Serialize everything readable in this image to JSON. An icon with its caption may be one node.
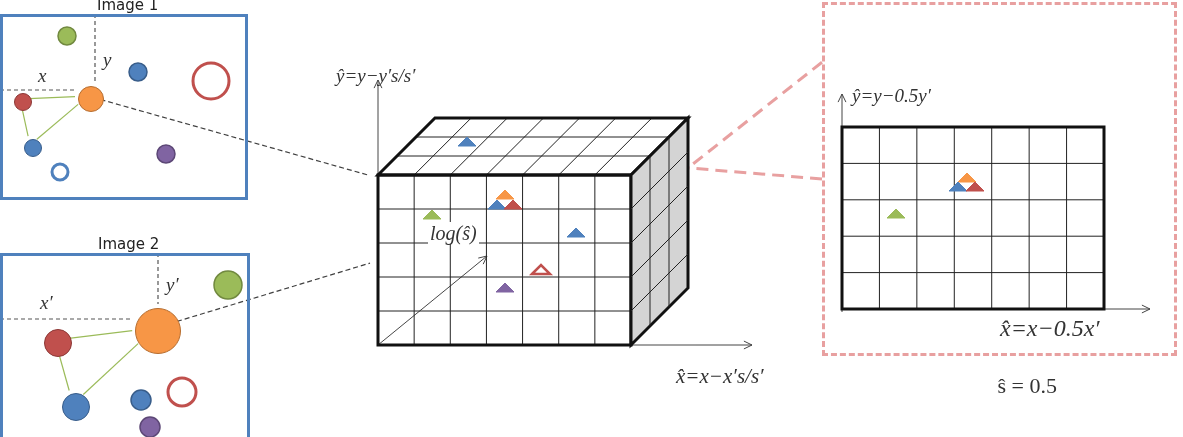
{
  "diagram": {
    "nodes": [
      {
        "text": [
          "Image 1"
        ]
      },
      {
        "text": [],
        "shape": "circle",
        "in": 0
      },
      {
        "text": [],
        "shape": "circle",
        "in": 0
      },
      {
        "text": [],
        "shape": "circle",
        "in": 0
      },
      {
        "text": [
          "Image 2"
        ]
      },
      {
        "text": [],
        "shape": "circle",
        "in": 4
      },
      {
        "text": [],
        "shape": "circle",
        "in": 4
      },
      {
        "text": [],
        "shape": "circle",
        "in": 4
      },
      {
        "text": [],
        "shape": "cube"
      },
      {
        "text": [],
        "shape": "box",
        "in": 8
      },
      {
        "text": [],
        "shape": "box",
        "beside": [
          "ŝ = 0.5"
        ]
      }
    ],
    "edges": [
      {
        "from": 1,
        "to": 2,
        "arrow": "none"
      },
      {
        "from": 1,
        "to": 3,
        "arrow": "none"
      },
      {
        "from": 2,
        "to": 3,
        "arrow": "none"
      },
      {
        "from": 5,
        "to": 6,
        "arrow": "none"
      },
      {
        "from": 5,
        "to": 7,
        "arrow": "none"
      },
      {
        "from": 6,
        "to": 7,
        "arrow": "none"
      },
      {
        "from": 2,
        "to": 8,
        "arrow": "none",
        "style": "dashed",
        "color": "#404040"
      },
      {
        "from": 6,
        "to": 8,
        "arrow": "none",
        "style": "dashed",
        "color": "#404040"
      },
      {
        "from": 10,
        "to": 9,
        "arrow": "none",
        "style": "dashed",
        "color": "#e8a0a0"
      }
    ],
    "labels": [
      "x",
      "y",
      "x′",
      "y′",
      "ŷ=y−y′s/s′",
      "log(ŝ)",
      "x̂=x−x′s/s′",
      "ŷ=y−0.5y′",
      "x̂=x−0.5x′"
    ]
  }
}
